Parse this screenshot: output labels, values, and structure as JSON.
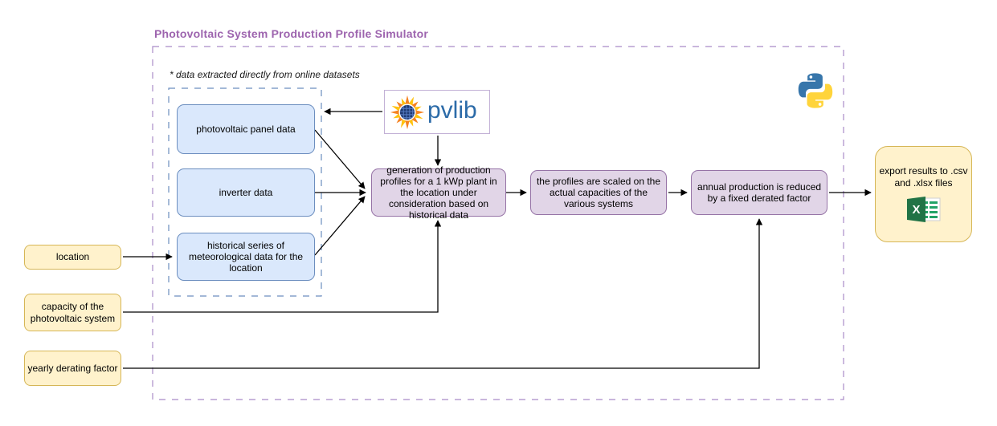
{
  "diagram": {
    "title": "Photovoltaic System Production Profile Simulator",
    "note": "* data extracted directly from online datasets",
    "sources": [
      {
        "label": "photovoltaic panel data"
      },
      {
        "label": "inverter data"
      },
      {
        "label": "historical series of meteorological data for the location"
      }
    ],
    "steps": [
      {
        "label": "generation of production profiles for a 1 kWp plant in the location under consideration based on historical data"
      },
      {
        "label": "the profiles are scaled on the actual capacities of the various systems"
      },
      {
        "label": "annual production is reduced by a fixed derated factor"
      }
    ],
    "inputs": [
      {
        "label": "location"
      },
      {
        "label": "capacity of the photovoltaic system"
      },
      {
        "label": "yearly derating factor"
      }
    ],
    "output": {
      "label": "export results to .csv and .xlsx files"
    },
    "pvlib": {
      "label": "pvlib"
    },
    "icons": {
      "python": "python-logo",
      "excel": "excel-logo",
      "pvlib_sun": "pvlib-sun-logo"
    },
    "colors": {
      "title": "#9D64AE",
      "blue_fill": "#DAE8FC",
      "blue_border": "#6C8EBF",
      "purple_fill": "#E1D5E7",
      "purple_border": "#9673A6",
      "yellow_fill": "#FFF2CC",
      "yellow_border": "#D6B656",
      "outer_frame_dashed": "#A98BC8",
      "inner_frame_dashed": "#6C8EBF",
      "pvlib_text": "#2C6BA8",
      "excel_green": "#217346",
      "python_blue": "#3776AB",
      "python_yellow": "#FFD43B",
      "arrow": "#000000"
    }
  }
}
